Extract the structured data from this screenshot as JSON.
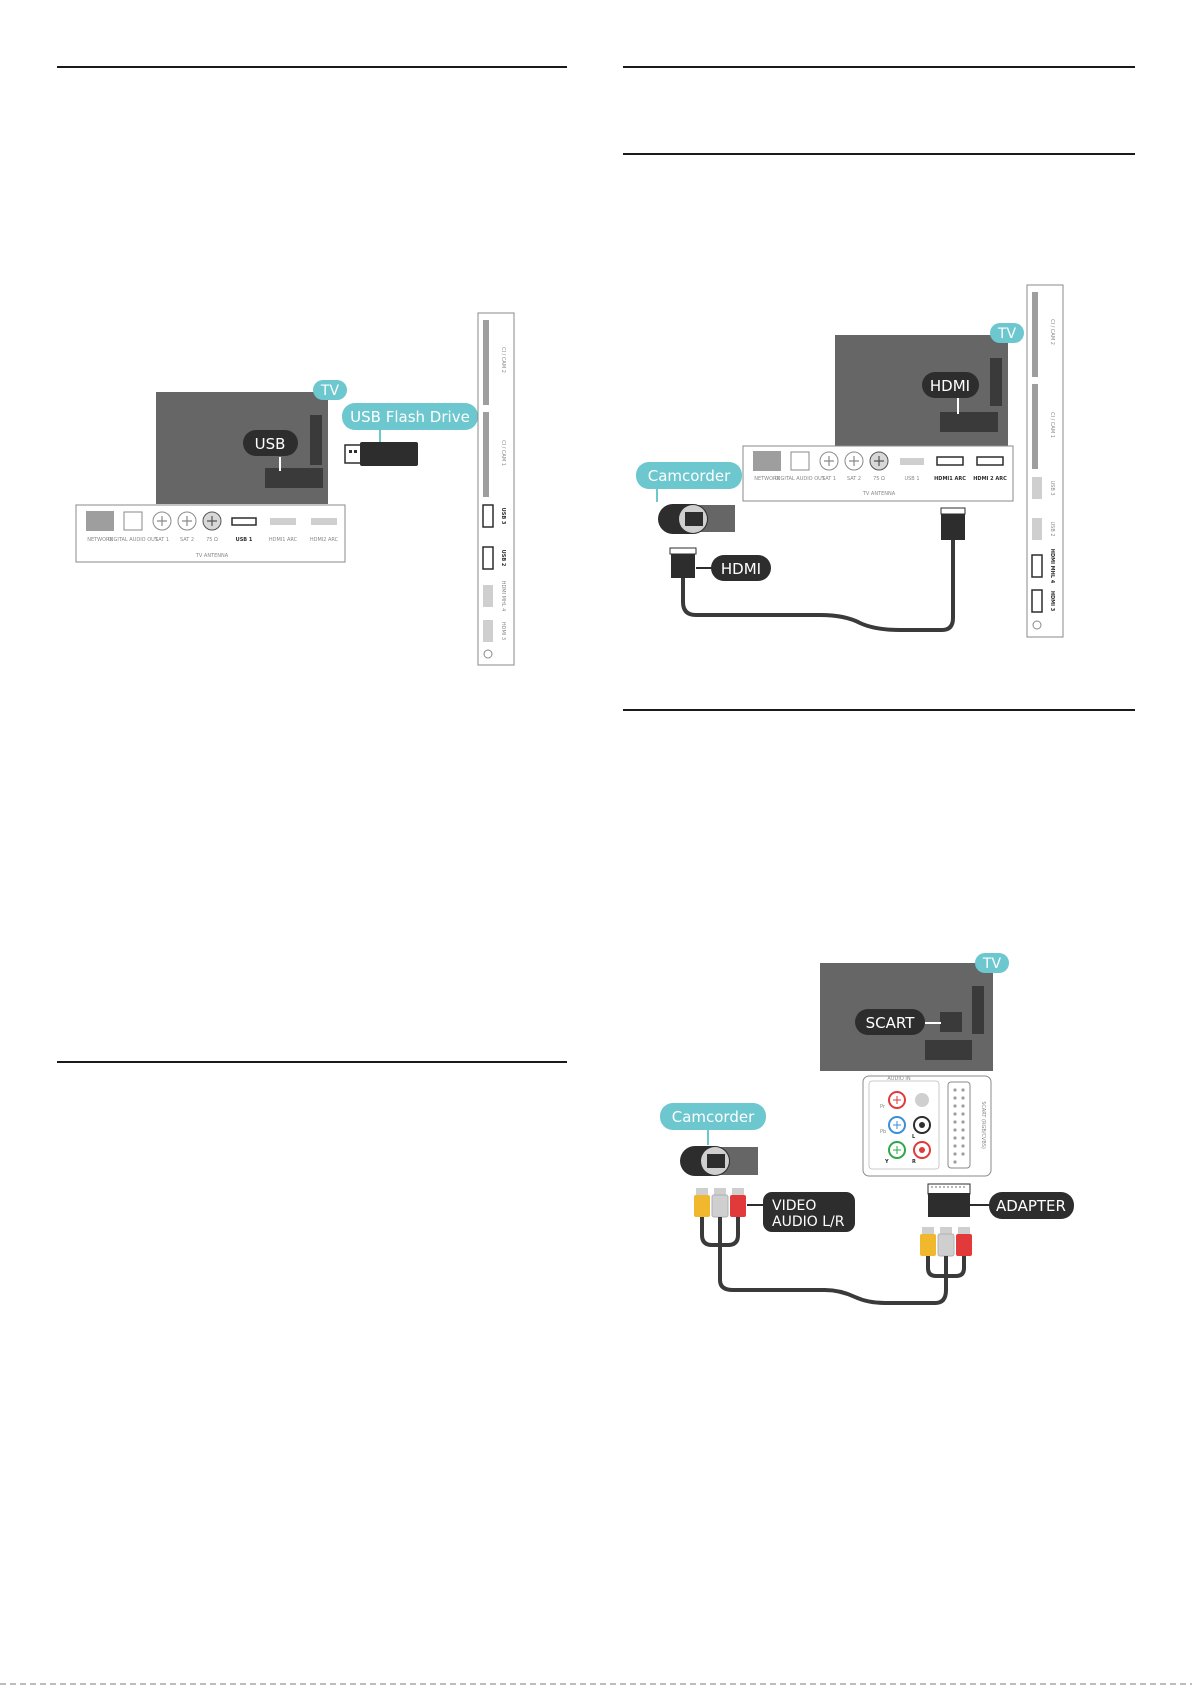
{
  "colors": {
    "tv_body": "#666666",
    "bubble_teal": "#6cc7cf",
    "bubble_dark": "#2d2d2d",
    "cable": "#3a3a3a",
    "rca_yellow": "#f1b82d",
    "rca_white": "#cfcfcf",
    "rca_red": "#e23a3a"
  },
  "usb_figure": {
    "tv_badge": "TV",
    "port_bubble": "USB",
    "device_bubble": "USB Flash Drive",
    "panel_ports": [
      "NETWORK",
      "DIGITAL AUDIO OUT",
      "SAT 1",
      "SAT 2",
      "75 Ω",
      "USB 1",
      "HDMI1 ARC",
      "HDMI2 ARC"
    ],
    "antenna_caption": "TV ANTENNA",
    "side_ports": [
      "CI / CAM 2",
      "CI / CAM 1",
      "USB 3",
      "USB 2",
      "HDMI MHL 4",
      "HDMI 3"
    ]
  },
  "hdmi_figure": {
    "tv_badge": "TV",
    "port_bubble": "HDMI",
    "device_bubble": "Camcorder",
    "cable_bubble": "HDMI",
    "panel_ports": [
      "NETWORK",
      "DIGITAL AUDIO OUT",
      "SAT 1",
      "SAT 2",
      "75 Ω",
      "USB 1",
      "HDMI1 ARC",
      "HDMI 2 ARC"
    ],
    "antenna_caption": "TV ANTENNA",
    "side_ports": [
      "CI / CAM 2",
      "CI / CAM 1",
      "USB 3",
      "USB 2",
      "HDMI MHL 4",
      "HDMI 3"
    ]
  },
  "scart_figure": {
    "tv_badge": "TV",
    "port_bubble": "SCART",
    "device_bubble": "Camcorder",
    "cable_bubble_line1": "VIDEO",
    "cable_bubble_line2": "AUDIO L/R",
    "adapter_bubble": "ADAPTER",
    "audio_in_caption": "AUDIO IN",
    "jack_labels": [
      "Pr",
      "Pb",
      "L",
      "Y",
      "R"
    ],
    "scart_caption": "SCART (RGB/CVBS)"
  }
}
